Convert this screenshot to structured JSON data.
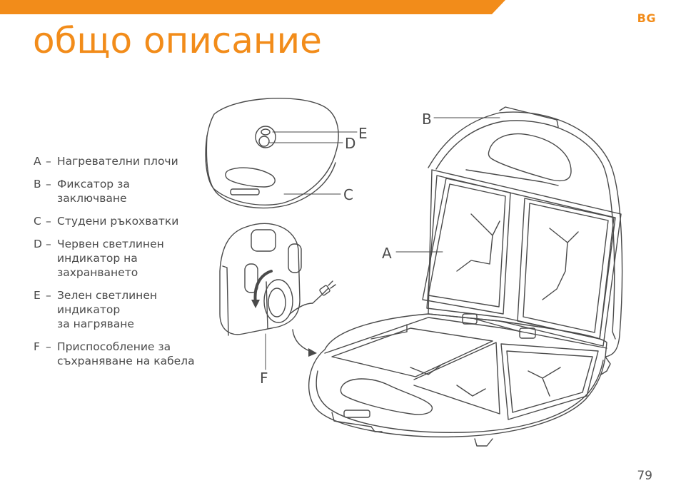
{
  "header": {
    "language_code": "BG",
    "accent_color": "#f28c1a"
  },
  "page_title": "общо описание",
  "legend": [
    {
      "letter": "A",
      "text": "Нагревателни плочи"
    },
    {
      "letter": "B",
      "text": "Фиксатор за\nзаключване"
    },
    {
      "letter": "C",
      "text": "Студени ръкохватки"
    },
    {
      "letter": "D",
      "text": "Червен светлинен\nиндикатор на\nзахранването"
    },
    {
      "letter": "E",
      "text": "Зелен светлинен\nиндикатор\nза нагряване"
    },
    {
      "letter": "F",
      "text": "Приспособление за\nсъхраняване на кабела"
    }
  ],
  "callouts": {
    "a": "A",
    "b": "B",
    "c": "C",
    "d": "D",
    "e": "E",
    "f": "F"
  },
  "legend_separator": "–",
  "page_number": "79"
}
